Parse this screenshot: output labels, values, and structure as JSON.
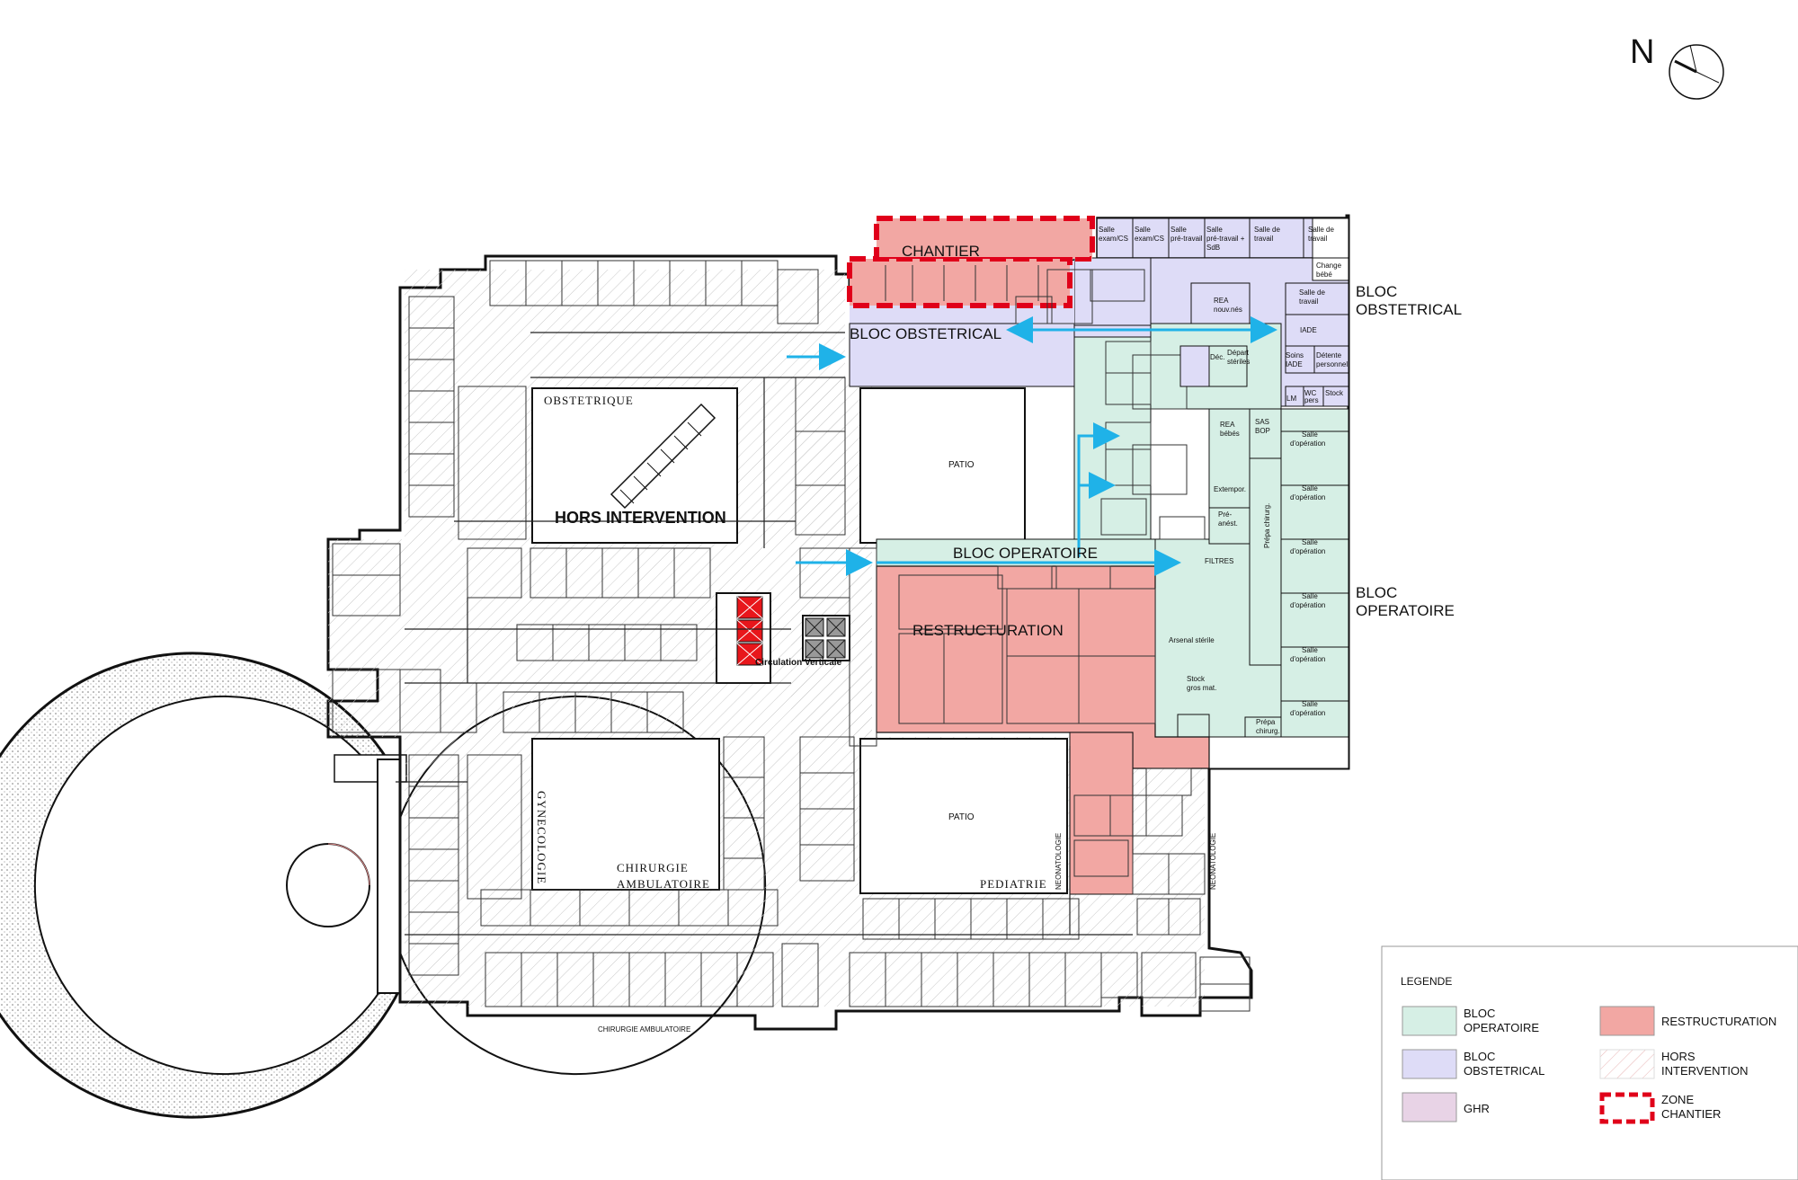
{
  "compass": {
    "letter": "N"
  },
  "colors": {
    "bloc_operatoire": "#d6efe5",
    "bloc_obstetrical": "#dedcf7",
    "ghr": "#e8d3e6",
    "restructuration": "#f2a7a3",
    "chantier_border": "#e0001a",
    "arrow": "#1fb2e8"
  },
  "zones": {
    "chantier": "CHANTIER",
    "bloc_obstetrical": "BLOC OBSTETRICAL",
    "bloc_operatoire": "BLOC OPERATOIRE",
    "restructuration": "RESTRUCTURATION",
    "hors_intervention": "HORS INTERVENTION",
    "patio_1": "PATIO",
    "patio_2": "PATIO",
    "circulation": "Circulation Verticale"
  },
  "side_labels": {
    "bloc_obstetrical": [
      "BLOC",
      "OBSTETRICAL"
    ],
    "bloc_operatoire": [
      "BLOC",
      "OPERATOIRE"
    ]
  },
  "services": {
    "obstetrique": "OBSTETRIQUE",
    "gynecologie": "GYNECOLOGIE",
    "chirurgie_ambulatoire": [
      "CHIRURGIE",
      "AMBULATOIRE"
    ],
    "pediatrie": "PEDIATRIE",
    "chirurgie_ambulatoire_bottom": "CHIRURGIE AMBULATOIRE",
    "neonatologie_1": "NEONATOLOGIE",
    "neonatologie_2": "NEONATOLOGIE"
  },
  "rooms": {
    "top_row": [
      [
        "Salle",
        "exam/CS"
      ],
      [
        "Salle",
        "exam/CS"
      ],
      [
        "Salle",
        "pré-travail"
      ],
      [
        "Salle",
        "pré-travail +",
        "SdB"
      ],
      [
        "Salle de",
        "travail"
      ],
      [
        "Salle de",
        "travail"
      ]
    ],
    "change_bebe": [
      "Change",
      "bébé"
    ],
    "salle_travail": [
      "Salle de",
      "travail"
    ],
    "iade": "IADE",
    "rea_nouv": [
      "REA",
      "nouv.nés"
    ],
    "soins_iade": [
      "Soins",
      "IADE"
    ],
    "detente": [
      "Détente",
      "personnel"
    ],
    "lm": "LM",
    "wc": [
      "WC",
      "pers"
    ],
    "stock": "Stock",
    "dec": "Déc.",
    "depart": [
      "Départ",
      "stériles"
    ],
    "rea_bebes": [
      "REA",
      "bébés"
    ],
    "sas_bop": [
      "SAS",
      "BOP"
    ],
    "extempor": "Extempor.",
    "pre_anest": [
      "Pré-",
      "anést."
    ],
    "filtres": "FILTRES",
    "prepa_chirurg_v": "Prépa chirurg.",
    "arsenal": "Arsenal stérile",
    "stock_gros": [
      "Stock",
      "gros mat."
    ],
    "prepa_chirurg": [
      "Prépa",
      "chirurg."
    ],
    "salles_operation": [
      "Salle",
      "d'opération"
    ]
  },
  "legend": {
    "title": "LEGENDE",
    "items": [
      [
        "BLOC",
        "OPERATOIRE"
      ],
      [
        "BLOC",
        "OBSTETRICAL"
      ],
      [
        "GHR"
      ],
      [
        "RESTRUCTURATION"
      ],
      [
        "HORS",
        "INTERVENTION"
      ],
      [
        "ZONE",
        "CHANTIER"
      ]
    ]
  }
}
